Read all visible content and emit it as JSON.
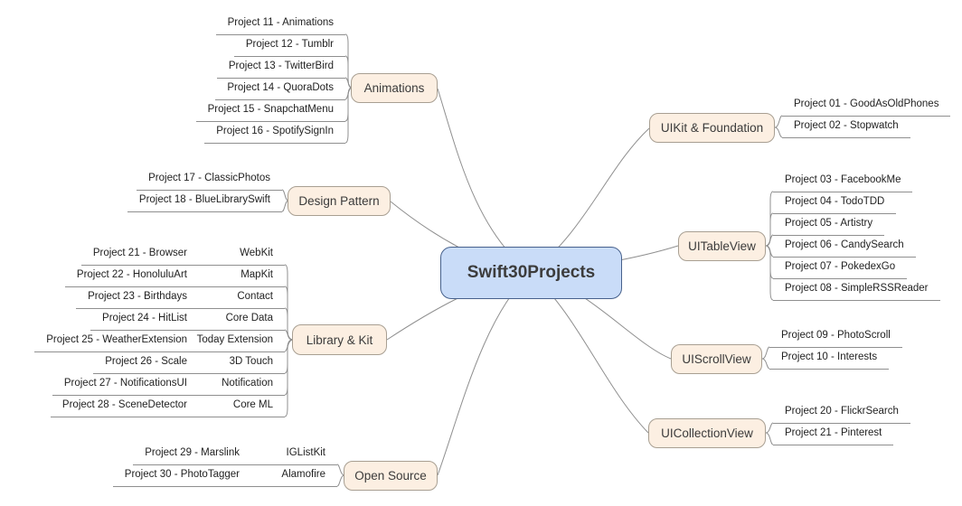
{
  "title": "Swift30Projects mind map",
  "colors": {
    "background": "#ffffff",
    "line": "#8f8f8f",
    "branch_fill": "#fcefe2",
    "branch_border": "#a89f92",
    "center_fill": "#c9dcf8",
    "center_border": "#47618c",
    "text": "#2e2e2e"
  },
  "center": {
    "label": "Swift30Projects"
  },
  "branches": [
    {
      "id": "animations",
      "label": "Animations",
      "side": "left",
      "leaves": [
        {
          "label": "Project 11 - Animations"
        },
        {
          "label": "Project 12 - Tumblr"
        },
        {
          "label": "Project 13 - TwitterBird"
        },
        {
          "label": "Project 14 - QuoraDots"
        },
        {
          "label": "Project 15 - SnapchatMenu"
        },
        {
          "label": "Project 16 - SpotifySignIn"
        }
      ]
    },
    {
      "id": "design-pattern",
      "label": "Design Pattern",
      "side": "left",
      "leaves": [
        {
          "label": "Project 17 - ClassicPhotos"
        },
        {
          "label": "Project 18 - BlueLibrarySwift"
        }
      ]
    },
    {
      "id": "library-kit",
      "label": "Library & Kit",
      "side": "left",
      "leaves": [
        {
          "label": "Project 21 - Browser",
          "kit": "WebKit"
        },
        {
          "label": "Project 22 - HonoluluArt",
          "kit": "MapKit"
        },
        {
          "label": "Project 23 - Birthdays",
          "kit": "Contact"
        },
        {
          "label": "Project 24 - HitList",
          "kit": "Core Data"
        },
        {
          "label": "Project 25 - WeatherExtension",
          "kit": "Today Extension"
        },
        {
          "label": "Project 26 - Scale",
          "kit": "3D Touch"
        },
        {
          "label": "Project 27 - NotificationsUI",
          "kit": "Notification"
        },
        {
          "label": "Project 28 - SceneDetector",
          "kit": "Core ML"
        }
      ]
    },
    {
      "id": "open-source",
      "label": "Open Source",
      "side": "left",
      "leaves": [
        {
          "label": "Project 29 - Marslink",
          "kit": "IGListKit"
        },
        {
          "label": "Project 30 - PhotoTagger",
          "kit": "Alamofire"
        }
      ]
    },
    {
      "id": "uikit-foundation",
      "label": "UIKit & Foundation",
      "side": "right",
      "leaves": [
        {
          "label": "Project 01 - GoodAsOldPhones"
        },
        {
          "label": "Project 02 - Stopwatch"
        }
      ]
    },
    {
      "id": "uitableview",
      "label": "UITableView",
      "side": "right",
      "leaves": [
        {
          "label": "Project 03 - FacebookMe"
        },
        {
          "label": "Project 04 - TodoTDD"
        },
        {
          "label": "Project 05 - Artistry"
        },
        {
          "label": "Project 06 - CandySearch"
        },
        {
          "label": "Project 07 - PokedexGo"
        },
        {
          "label": "Project 08 - SimpleRSSReader"
        }
      ]
    },
    {
      "id": "uiscrollview",
      "label": "UIScrollView",
      "side": "right",
      "leaves": [
        {
          "label": "Project 09 - PhotoScroll"
        },
        {
          "label": "Project 10 - Interests"
        }
      ]
    },
    {
      "id": "uicollectionview",
      "label": "UICollectionView",
      "side": "right",
      "leaves": [
        {
          "label": "Project 20 - FlickrSearch"
        },
        {
          "label": "Project 21 - Pinterest"
        }
      ]
    }
  ]
}
